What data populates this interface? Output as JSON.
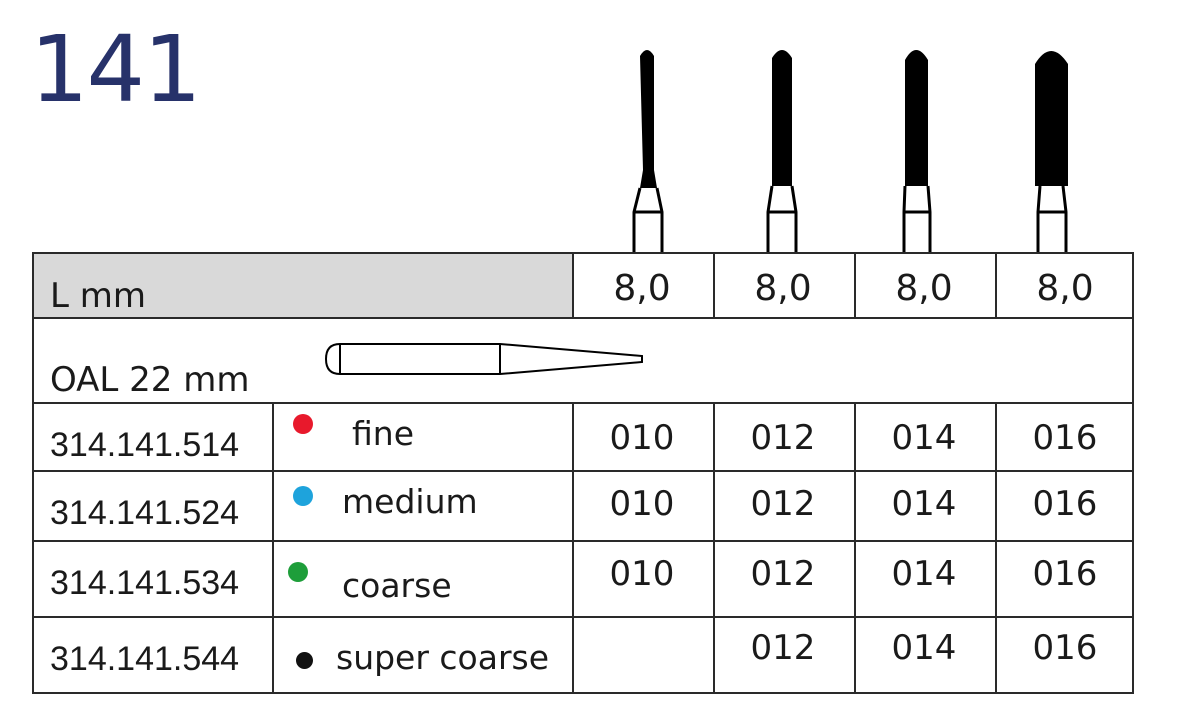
{
  "title": "141",
  "length_label": "L mm",
  "lengths": [
    "8,0",
    "8,0",
    "8,0",
    "8,0"
  ],
  "oal_label": "OAL 22 mm",
  "rows": [
    {
      "article": "314.141.514",
      "grit": "fine",
      "color": "#e8192c",
      "sizes": [
        "010",
        "012",
        "014",
        "016"
      ]
    },
    {
      "article": "314.141.524",
      "grit": "medium",
      "color": "#1ea3dc",
      "sizes": [
        "010",
        "012",
        "014",
        "016"
      ]
    },
    {
      "article": "314.141.534",
      "grit": "coarse",
      "color": "#1e9e3a",
      "sizes": [
        "010",
        "012",
        "014",
        "016"
      ]
    },
    {
      "article": "314.141.544",
      "grit": "super coarse",
      "color": "#111111",
      "sizes": [
        "",
        "012",
        "014",
        "016"
      ]
    }
  ]
}
